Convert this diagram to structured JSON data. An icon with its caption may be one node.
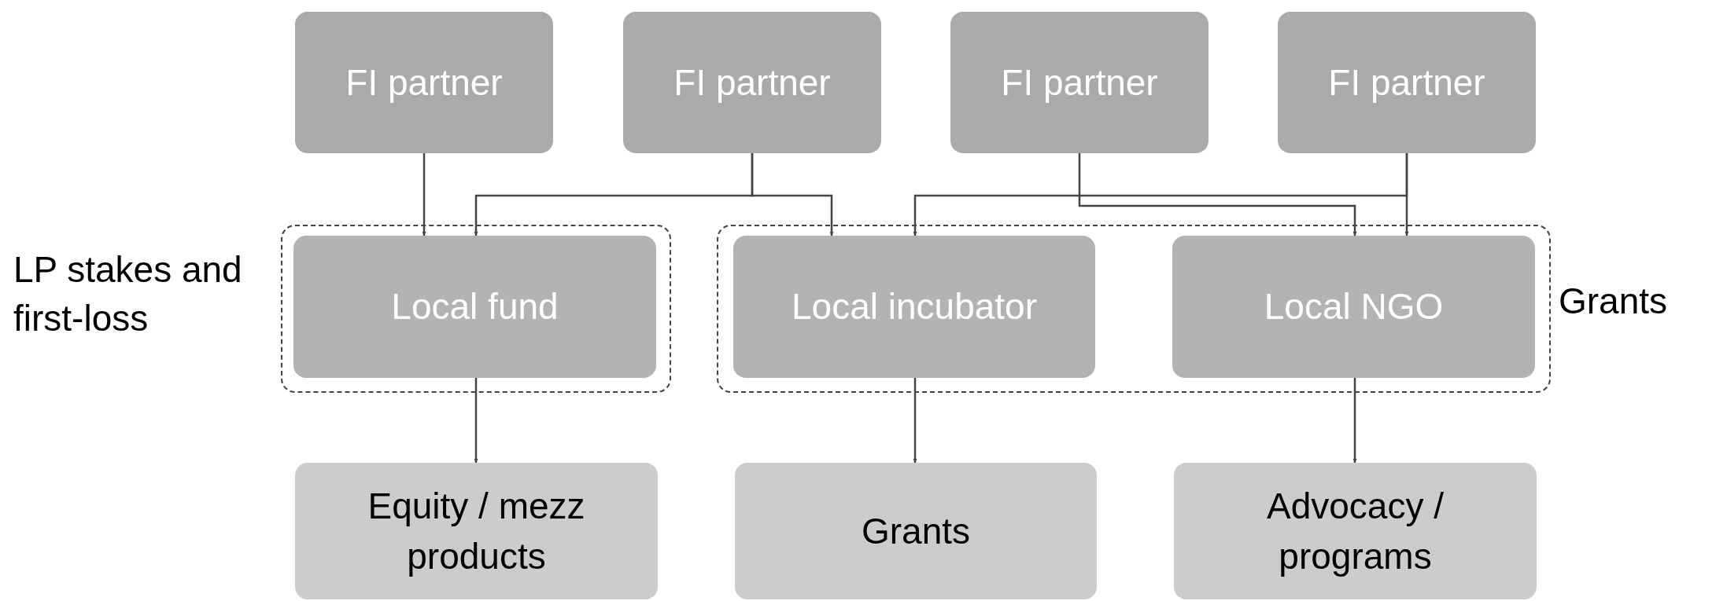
{
  "diagram": {
    "nodes": [
      {
        "text": [
          "FI partner"
        ]
      },
      {
        "text": [
          "FI partner"
        ]
      },
      {
        "text": [
          "FI partner"
        ]
      },
      {
        "text": [
          "FI partner"
        ]
      },
      {
        "text": [
          "LP stakes and first-loss"
        ]
      },
      {
        "text": [
          "Local fund"
        ],
        "in": 4
      },
      {
        "text": [
          "Grants"
        ]
      },
      {
        "text": [
          "Local incubator"
        ],
        "in": 6
      },
      {
        "text": [
          "Local NGO"
        ],
        "in": 6
      },
      {
        "text": [
          "Equity / mezz products"
        ]
      },
      {
        "text": [
          "Grants"
        ]
      },
      {
        "text": [
          "Advocacy / programs"
        ]
      }
    ],
    "edges": [
      {
        "from": 0,
        "to": 5,
        "arrow": "to"
      },
      {
        "from": 1,
        "to": 5,
        "arrow": "to"
      },
      {
        "from": 1,
        "to": 7,
        "arrow": "to"
      },
      {
        "from": 3,
        "to": 7,
        "arrow": "to"
      },
      {
        "from": 2,
        "to": 8,
        "arrow": "to"
      },
      {
        "from": 3,
        "to": 8,
        "arrow": "to"
      },
      {
        "from": 5,
        "to": 9,
        "arrow": "to"
      },
      {
        "from": 7,
        "to": 10,
        "arrow": "to"
      },
      {
        "from": 8,
        "to": 11,
        "arrow": "to"
      }
    ]
  }
}
